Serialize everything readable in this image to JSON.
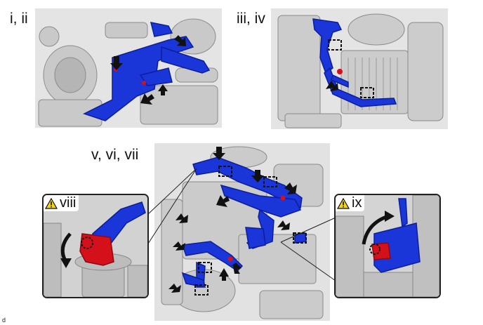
{
  "labels": {
    "panel_1": "i, ii",
    "panel_2": "iii, iv",
    "panel_3": "v, vi, vii",
    "inset_left": "viii",
    "inset_right": "ix"
  },
  "figure_code": "d",
  "colors": {
    "harness": "#1a35d8",
    "harness_dark": "#0c1f9a",
    "connector_red": "#d4101a",
    "engine_gray": "#d8d8d8",
    "warning_yellow": "#f2d21b"
  },
  "icons": {
    "warning": "warning-triangle-icon",
    "arrow": "black-arrow-icon",
    "connector_marker": "dashed-box-icon",
    "rotation": "curved-arrow-icon"
  }
}
